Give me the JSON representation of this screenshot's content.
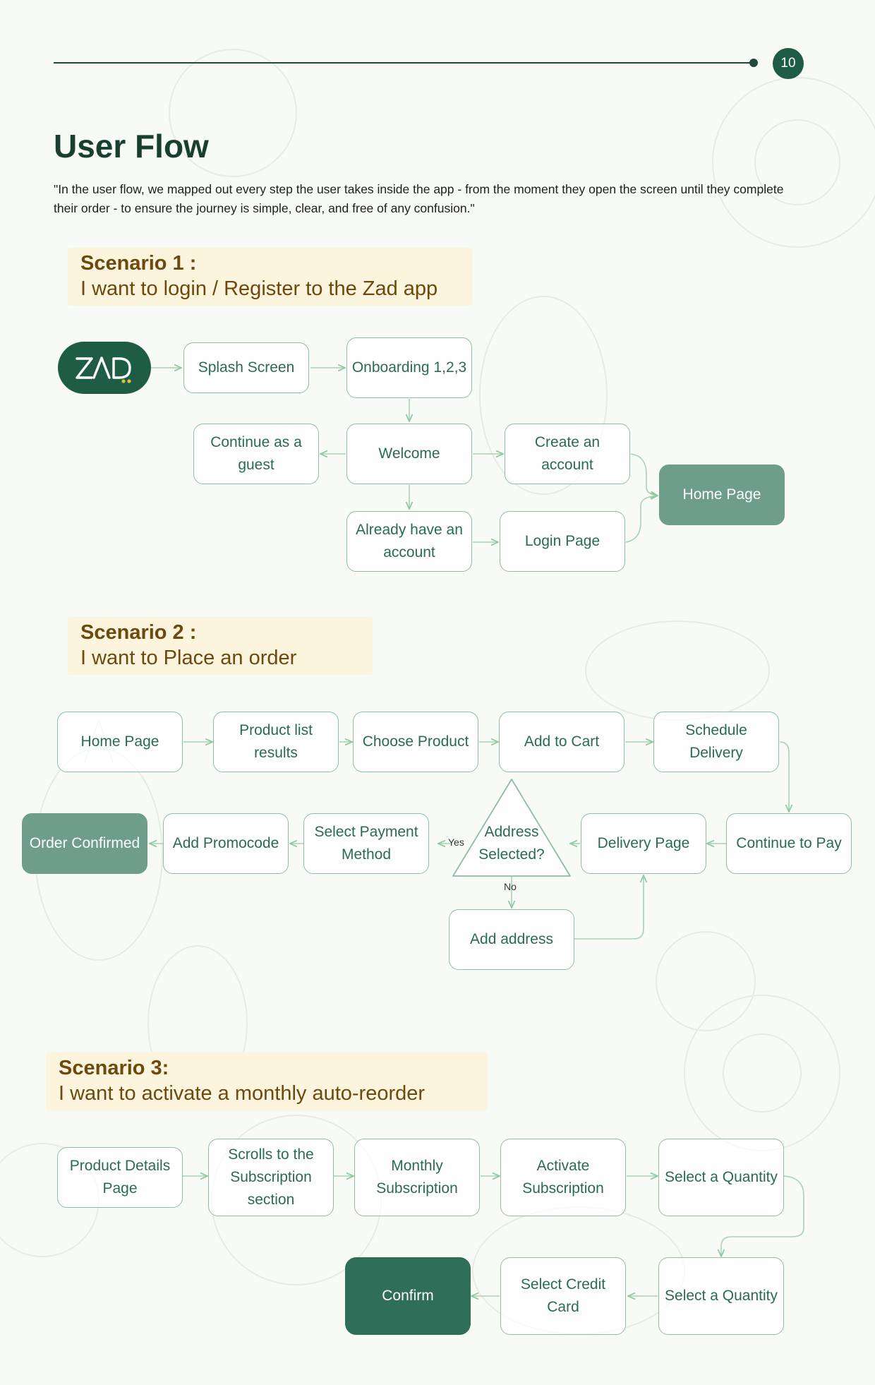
{
  "page_number": "10",
  "title": "User Flow",
  "intro": "\"In the user flow, we mapped out every step the user takes inside the app - from the moment they open the screen until they complete their order - to ensure the journey is simple, clear, and free of any confusion.\"",
  "logo_text": "ZAD",
  "scenario1": {
    "heading": "Scenario 1 :",
    "subtitle": "I want to login / Register to the Zad app",
    "splash": "Splash Screen",
    "onboarding": "Onboarding 1,2,3",
    "guest": "Continue as a guest",
    "welcome": "Welcome",
    "create": "Create an account",
    "home": "Home Page",
    "already": "Already have an account",
    "login": "Login Page"
  },
  "scenario2": {
    "heading": "Scenario 2 :",
    "subtitle": "I want to Place an order",
    "home": "Home Page",
    "product_list": "Product list results",
    "choose": "Choose Product",
    "cart": "Add to Cart",
    "schedule": "Schedule Delivery",
    "continue_pay": "Continue to Pay",
    "delivery": "Delivery Page",
    "address_selected": "Address Selected?",
    "yes": "Yes",
    "no": "No",
    "payment": "Select Payment Method",
    "promocode": "Add Promocode",
    "confirmed": "Order Confirmed",
    "add_address": "Add address"
  },
  "scenario3": {
    "heading": "Scenario 3:",
    "subtitle": "I want to activate a monthly auto-reorder",
    "details": "Product Details Page",
    "scrolls": "Scrolls to the Subscription section",
    "monthly": "Monthly Subscription",
    "activate": "Activate Subscription",
    "quantity1": "Select a Quantity",
    "quantity2": "Select a Quantity",
    "credit": "Select Credit Card",
    "confirm": "Confirm"
  }
}
